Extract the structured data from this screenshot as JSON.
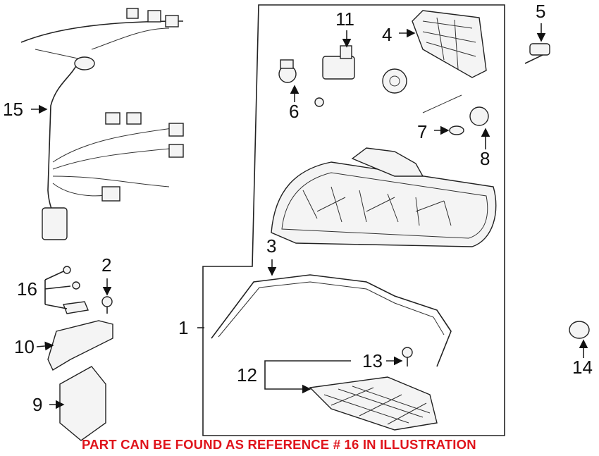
{
  "diagram": {
    "callouts": [
      "1",
      "2",
      "3",
      "4",
      "5",
      "6",
      "7",
      "8",
      "9",
      "10",
      "11",
      "12",
      "13",
      "14",
      "15",
      "16"
    ],
    "note": "PART CAN BE FOUND AS REFERENCE # 16 IN ILLUSTRATION",
    "note_color": "#e0141c"
  }
}
